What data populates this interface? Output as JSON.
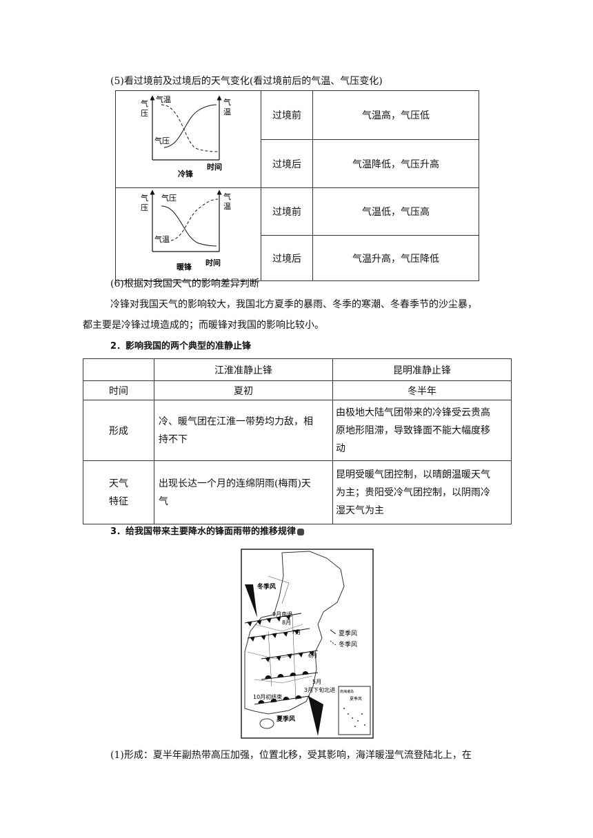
{
  "s5_heading": "(5)看过境前及过境后的天气变化(看过境前后的气温、气压变化)",
  "table1": {
    "cold": {
      "labels": {
        "pressure_axis": "气压",
        "temp_axis": "气温",
        "temp_curve": "气温",
        "pressure_curve": "气压",
        "time": "时间",
        "caption": "冷锋"
      },
      "rows": [
        {
          "phase": "过境前",
          "desc": "气温高，气压低"
        },
        {
          "phase": "过境后",
          "desc": "气温降低，气压升高"
        }
      ]
    },
    "warm": {
      "labels": {
        "pressure_axis": "气压",
        "temp_axis": "气温",
        "pressure_curve": "气压",
        "temp_curve": "气温",
        "time": "时间",
        "caption": "暖锋"
      },
      "rows": [
        {
          "phase": "过境前",
          "desc": "气温低，气压高"
        },
        {
          "phase": "过境后",
          "desc": "气温升高，气压降低"
        }
      ]
    }
  },
  "s6_heading": "(6)根据对我国天气的影响差异判断",
  "s6_text1": "冷锋对我国天气的影响较大，我国北方夏季的暴雨、冬季的寒潮、冬春季节的沙尘暴，",
  "s6_text2": "都主要是冷锋过境造成的；而暖锋对我国的影响比较小。",
  "s2_heading": "2．影响我国的两个典型的准静止锋",
  "table2": {
    "headers": [
      "",
      "江淮准静止锋",
      "昆明准静止锋"
    ],
    "time": {
      "label": "时间",
      "jh": "夏初",
      "km": "冬半年"
    },
    "formation": {
      "label": "形成",
      "jh": [
        "冷、暖气团在江淮一带势均力敌，相",
        "持不下"
      ],
      "km": [
        "由极地大陆气团带来的冷锋受云贵高",
        "原地形阻滞，导致锋面不能大幅度移",
        "动"
      ]
    },
    "weather": {
      "label": [
        "天气",
        "特征"
      ],
      "jh": [
        "出现长达一个月的连绵阴雨(梅雨)天",
        "气"
      ],
      "km": [
        "昆明受暖气团控制，以晴朗温暖天气",
        "为主；贵阳受冷气团控制，以阴雨冷",
        "湿天气为主"
      ]
    }
  },
  "s3_heading": "3．给我国带来主要降水的锋面雨带的推移规律",
  "map": {
    "winter_monsoon": "冬季风",
    "summer_monsoon": "夏季风",
    "legend_summer": "夏季风",
    "legend_winter": "冬季风",
    "sep": "9月南退",
    "aug": "8月",
    "jul": "7月",
    "jun": "6月",
    "may": "5月",
    "oct": "10月初结束",
    "mar": "3月下旬北进",
    "inset_title": "南海诸岛",
    "inset_wind": "夏季风"
  },
  "s1_formation": "(1)形成：夏半年副热带高压加强，位置北移，受其影响，海洋暖湿气流登陆北上，在"
}
